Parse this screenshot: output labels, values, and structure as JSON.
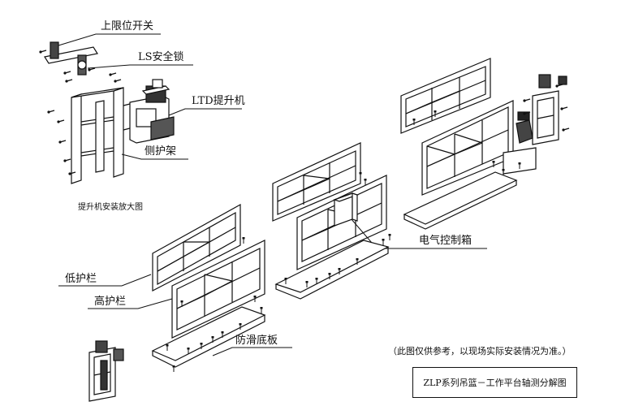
{
  "labels": {
    "upper_limit_switch": "上限位开关",
    "ls_safety_lock": "LS安全锁",
    "ltd_hoist": "LTD提升机",
    "side_guard_frame": "侧护架",
    "hoist_install_detail": "提升机安装放大图",
    "electric_control_box": "电气控制箱",
    "low_guardrail": "低护栏",
    "high_guardrail": "高护栏",
    "anti_slip_floor": "防滑底板"
  },
  "note": "（此图仅供参考，以现场实际安装情况为准。）",
  "title": "ZLP系列吊篮－工作平台轴测分解图",
  "colors": {
    "line": "#111111",
    "fill": "#ffffff",
    "dark": "#333333"
  }
}
